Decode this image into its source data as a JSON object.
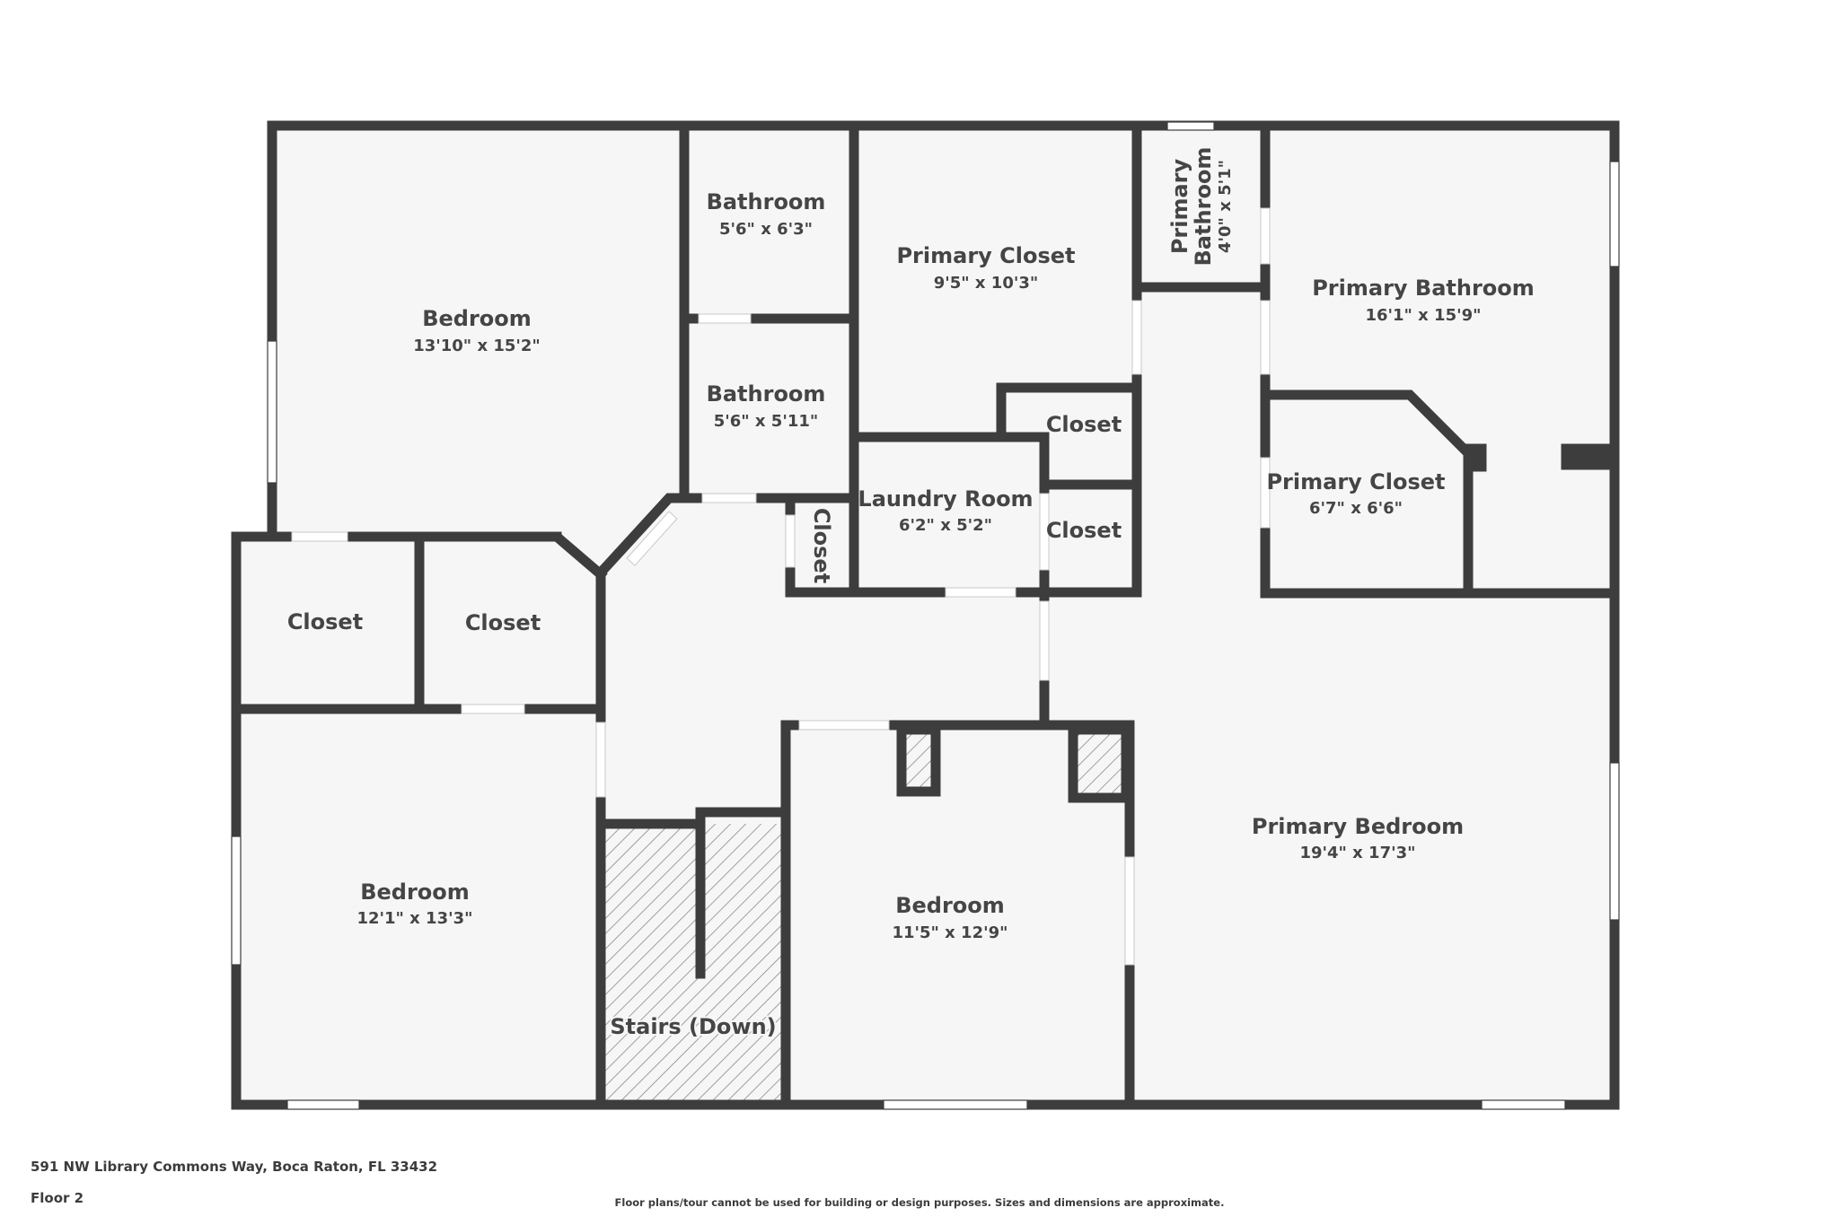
{
  "footer": {
    "address": "591 NW Library Commons Way, Boca Raton, FL 33432",
    "floor": "Floor 2",
    "disclaimer": "Floor plans/tour cannot be used for building or design purposes. Sizes and dimensions are approximate."
  },
  "colors": {
    "wall": "#3d3d3d",
    "floor": "#f6f6f6",
    "opening": "#ffffff",
    "text": "#454545",
    "hatch": "#8a8a8a"
  },
  "rooms": {
    "bedroom_upper_left": {
      "name": "Bedroom",
      "dim": "13'10\" x 15'2\""
    },
    "bathroom_1": {
      "name": "Bathroom",
      "dim": "5'6\" x 6'3\""
    },
    "bathroom_2": {
      "name": "Bathroom",
      "dim": "5'6\" x 5'11\""
    },
    "primary_closet_1": {
      "name": "Primary Closet",
      "dim": "9'5\" x 10'3\""
    },
    "primary_bathroom_small": {
      "name_line1": "Primary",
      "name_line2": "Bathroom",
      "dim": "4'0\" x 5'1\""
    },
    "primary_bathroom": {
      "name": "Primary Bathroom",
      "dim": "16'1\" x 15'9\""
    },
    "closet_upper_mid": {
      "name": "Closet"
    },
    "closet_lower_mid": {
      "name": "Closet"
    },
    "laundry_room": {
      "name": "Laundry Room",
      "dim": "6'2\" x 5'2\""
    },
    "closet_vertical": {
      "name": "Closet"
    },
    "primary_closet_2": {
      "name": "Primary Closet",
      "dim": "6'7\" x 6'6\""
    },
    "closet_left_1": {
      "name": "Closet"
    },
    "closet_left_2": {
      "name": "Closet"
    },
    "bedroom_lower_left": {
      "name": "Bedroom",
      "dim": "12'1\" x 13'3\""
    },
    "stairs": {
      "name": "Stairs (Down)"
    },
    "bedroom_lower_mid": {
      "name": "Bedroom",
      "dim": "11'5\" x 12'9\""
    },
    "primary_bedroom": {
      "name": "Primary Bedroom",
      "dim": "19'4\" x 17'3\""
    }
  }
}
